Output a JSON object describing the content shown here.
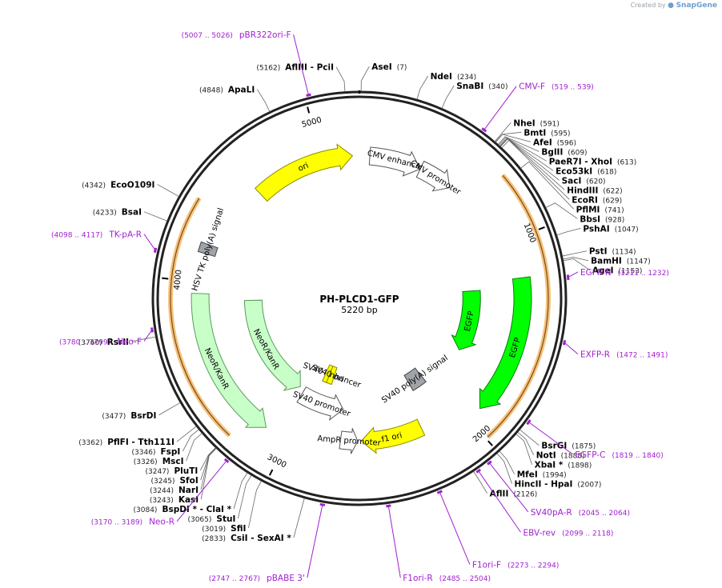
{
  "credit": {
    "prefix": "Created by",
    "brand": "SnapGene"
  },
  "plasmid": {
    "name": "PH-PLCD1-GFP",
    "length_label": "5220 bp",
    "length": 5220
  },
  "colors": {
    "yellow": "#ffff00",
    "green": "#00ff00",
    "lightgreen": "#c8ffc8",
    "white": "#ffffff",
    "grey": "#a0a4a8",
    "orange": "#f6c27a",
    "purple": "#a020d0",
    "darkgreen": "#1e8a1e",
    "brown": "#8b5a2b"
  },
  "tick_labels": [
    "1000",
    "2000",
    "3000",
    "4000",
    "5000"
  ],
  "features": [
    {
      "label": "CMV enhancer",
      "start": 61,
      "end": 364,
      "dir": 1,
      "style": "white",
      "radius": 0.7
    },
    {
      "label": "CMV promoter",
      "start": 365,
      "end": 568,
      "dir": 1,
      "style": "white",
      "radius": 0.7
    },
    {
      "label": "EGFP",
      "start": 1200,
      "end": 1920,
      "dir": 1,
      "style": "green",
      "radius": 0.8
    },
    {
      "label": "EGFP",
      "start": 1250,
      "end": 1700,
      "dir": 1,
      "style": "green",
      "radius": 0.55
    },
    {
      "label": "SV40 poly(A) signal",
      "start": 2050,
      "end": 2172,
      "dir": 0,
      "style": "grey",
      "radius": 0.48
    },
    {
      "label": "f1 ori",
      "start": 2240,
      "end": 2600,
      "dir": 1,
      "style": "yellow",
      "radius": 0.7
    },
    {
      "label": "AmpR promoter",
      "start": 2620,
      "end": 2720,
      "dir": -1,
      "style": "white",
      "radius": 0.7
    },
    {
      "label": "SV40 promoter",
      "start": 2730,
      "end": 3060,
      "dir": -1,
      "style": "white",
      "radius": 0.55
    },
    {
      "label": "SV40 enhancer",
      "start": 2870,
      "end": 2920,
      "dir": 0,
      "style": "yellow",
      "radius": 0.4
    },
    {
      "label": "SV40 ori",
      "start": 2920,
      "end": 2960,
      "dir": 0,
      "style": "yellow",
      "radius": 0.4
    },
    {
      "label": "NeoR/KanR",
      "start": 3130,
      "end": 3940,
      "dir": -1,
      "style": "lightgreen",
      "radius": 0.78
    },
    {
      "label": "NeoR/KanR",
      "start": 3100,
      "end": 3900,
      "dir": -1,
      "style": "lightgreen",
      "radius": 0.52
    },
    {
      "label": "HSV TK poly(A) signal",
      "start": 4150,
      "end": 4200,
      "dir": 0,
      "style": "grey",
      "radius": 0.78
    },
    {
      "label": "ori",
      "start": 4590,
      "end": 5180,
      "dir": 1,
      "style": "yellow",
      "radius": 0.7
    }
  ],
  "orf_arcs": [
    {
      "start": 715,
      "end": 1990,
      "dir": 1
    },
    {
      "start": 3240,
      "end": 3990,
      "dir": -1
    },
    {
      "start": 3990,
      "end": 4380,
      "dir": -1
    }
  ],
  "sites": [
    {
      "name": "AseI",
      "pos": "(7)"
    },
    {
      "name": "NdeI",
      "pos": "(234)"
    },
    {
      "name": "SnaBI",
      "pos": "(340)"
    },
    {
      "name": "NheI",
      "pos": "(591)"
    },
    {
      "name": "BmtI",
      "pos": "(595)"
    },
    {
      "name": "AfeI",
      "pos": "(596)"
    },
    {
      "name": "BglII",
      "pos": "(609)"
    },
    {
      "name": "PaeR7I - XhoI",
      "pos": "(613)"
    },
    {
      "name": "Eco53kI",
      "pos": "(618)"
    },
    {
      "name": "SacI",
      "pos": "(620)"
    },
    {
      "name": "HindIII",
      "pos": "(622)"
    },
    {
      "name": "EcoRI",
      "pos": "(629)"
    },
    {
      "name": "PflMI",
      "pos": "(741)"
    },
    {
      "name": "BbsI",
      "pos": "(928)"
    },
    {
      "name": "PshAI",
      "pos": "(1047)"
    },
    {
      "name": "PstI",
      "pos": "(1134)"
    },
    {
      "name": "BamHI",
      "pos": "(1147)"
    },
    {
      "name": "AgeI",
      "pos": "(1153)"
    },
    {
      "name": "BsrGI",
      "pos": "(1875)"
    },
    {
      "name": "NotI",
      "pos": "(1888)"
    },
    {
      "name": "XbaI *",
      "pos": "(1898)"
    },
    {
      "name": "MfeI",
      "pos": "(1994)"
    },
    {
      "name": "HincII - HpaI",
      "pos": "(2007)"
    },
    {
      "name": "AflII",
      "pos": "(2126)"
    },
    {
      "name": "CsiI - SexAI *",
      "pos": "(2833)"
    },
    {
      "name": "SfiI",
      "pos": "(3019)"
    },
    {
      "name": "StuI",
      "pos": "(3065)"
    },
    {
      "name": "BspDI * - ClaI *",
      "pos": "(3084)"
    },
    {
      "name": "KasI",
      "pos": "(3243)"
    },
    {
      "name": "NarI",
      "pos": "(3244)"
    },
    {
      "name": "SfoI",
      "pos": "(3245)"
    },
    {
      "name": "PluTI",
      "pos": "(3247)"
    },
    {
      "name": "MscI",
      "pos": "(3326)"
    },
    {
      "name": "FspI",
      "pos": "(3346)"
    },
    {
      "name": "PflFI - Tth111I",
      "pos": "(3362)"
    },
    {
      "name": "BsrDI",
      "pos": "(3477)"
    },
    {
      "name": "RsrII",
      "pos": "(3760)"
    },
    {
      "name": "BsaI",
      "pos": "(4233)"
    },
    {
      "name": "EcoO109I",
      "pos": "(4342)"
    },
    {
      "name": "ApaLI",
      "pos": "(4848)"
    },
    {
      "name": "AflIII - PciI",
      "pos": "(5162)"
    }
  ],
  "primers": [
    {
      "name": "CMV-F",
      "range": "(519 .. 539)"
    },
    {
      "name": "EGFP-N",
      "range": "(1211 .. 1232)"
    },
    {
      "name": "EXFP-R",
      "range": "(1472 .. 1491)"
    },
    {
      "name": "EGFP-C",
      "range": "(1819 .. 1840)"
    },
    {
      "name": "SV40pA-R",
      "range": "(2045 .. 2064)"
    },
    {
      "name": "EBV-rev",
      "range": "(2099 .. 2118)"
    },
    {
      "name": "F1ori-F",
      "range": "(2273 .. 2294)"
    },
    {
      "name": "F1ori-R",
      "range": "(2485 .. 2504)"
    },
    {
      "name": "pBABE 3'",
      "range": "(2747 .. 2767)"
    },
    {
      "name": "Neo-R",
      "range": "(3170 .. 3189)"
    },
    {
      "name": "Neo-F",
      "range": "(3780 .. 3799)"
    },
    {
      "name": "TK-pA-R",
      "range": "(4098 .. 4117)"
    },
    {
      "name": "pBR322ori-F",
      "range": "(5007 .. 5026)"
    }
  ]
}
